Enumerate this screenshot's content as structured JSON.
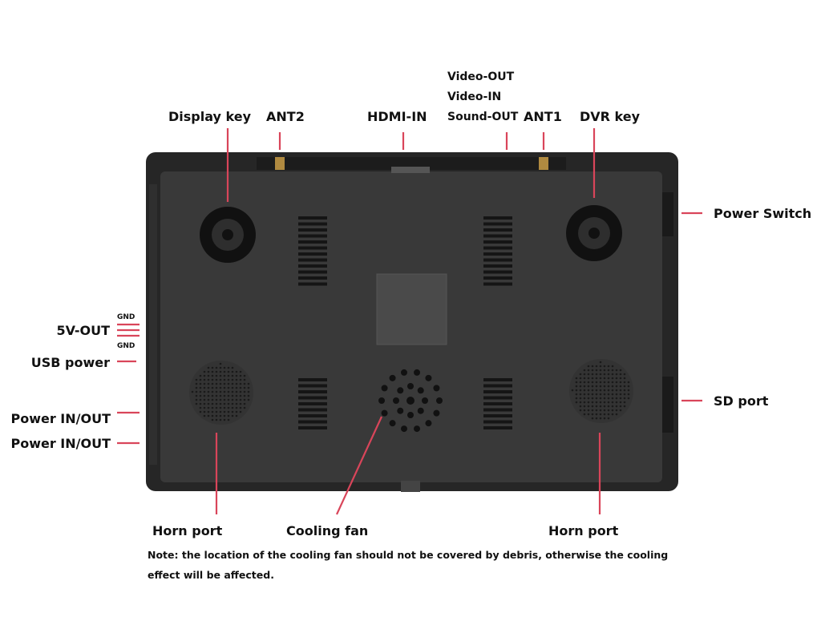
{
  "labels": {
    "display_key": "Display key",
    "ant2": "ANT2",
    "hdmi_in": "HDMI-IN",
    "video_out": "Video-OUT",
    "video_in": "Video-IN",
    "sound_out": "Sound-OUT",
    "ant1": "ANT1",
    "dvr_key": "DVR key",
    "power_switch": "Power Switch",
    "sd_port": "SD port",
    "gnd_top": "GND",
    "five_v_out": "5V-OUT",
    "gnd_bottom": "GND",
    "usb_power": "USB power",
    "power_in_out_1": "Power IN/OUT",
    "power_in_out_2": "Power IN/OUT",
    "horn_port_left": "Horn port",
    "cooling_fan": "Cooling fan",
    "horn_port_right": "Horn port"
  },
  "note": {
    "line1": "Note: the location of the cooling fan should not be covered by debris, otherwise the cooling",
    "line2": "effect will be affected."
  },
  "colors": {
    "callout": "#d9455a",
    "body": "#2b2b2b",
    "panel": "#3a3a3a"
  }
}
